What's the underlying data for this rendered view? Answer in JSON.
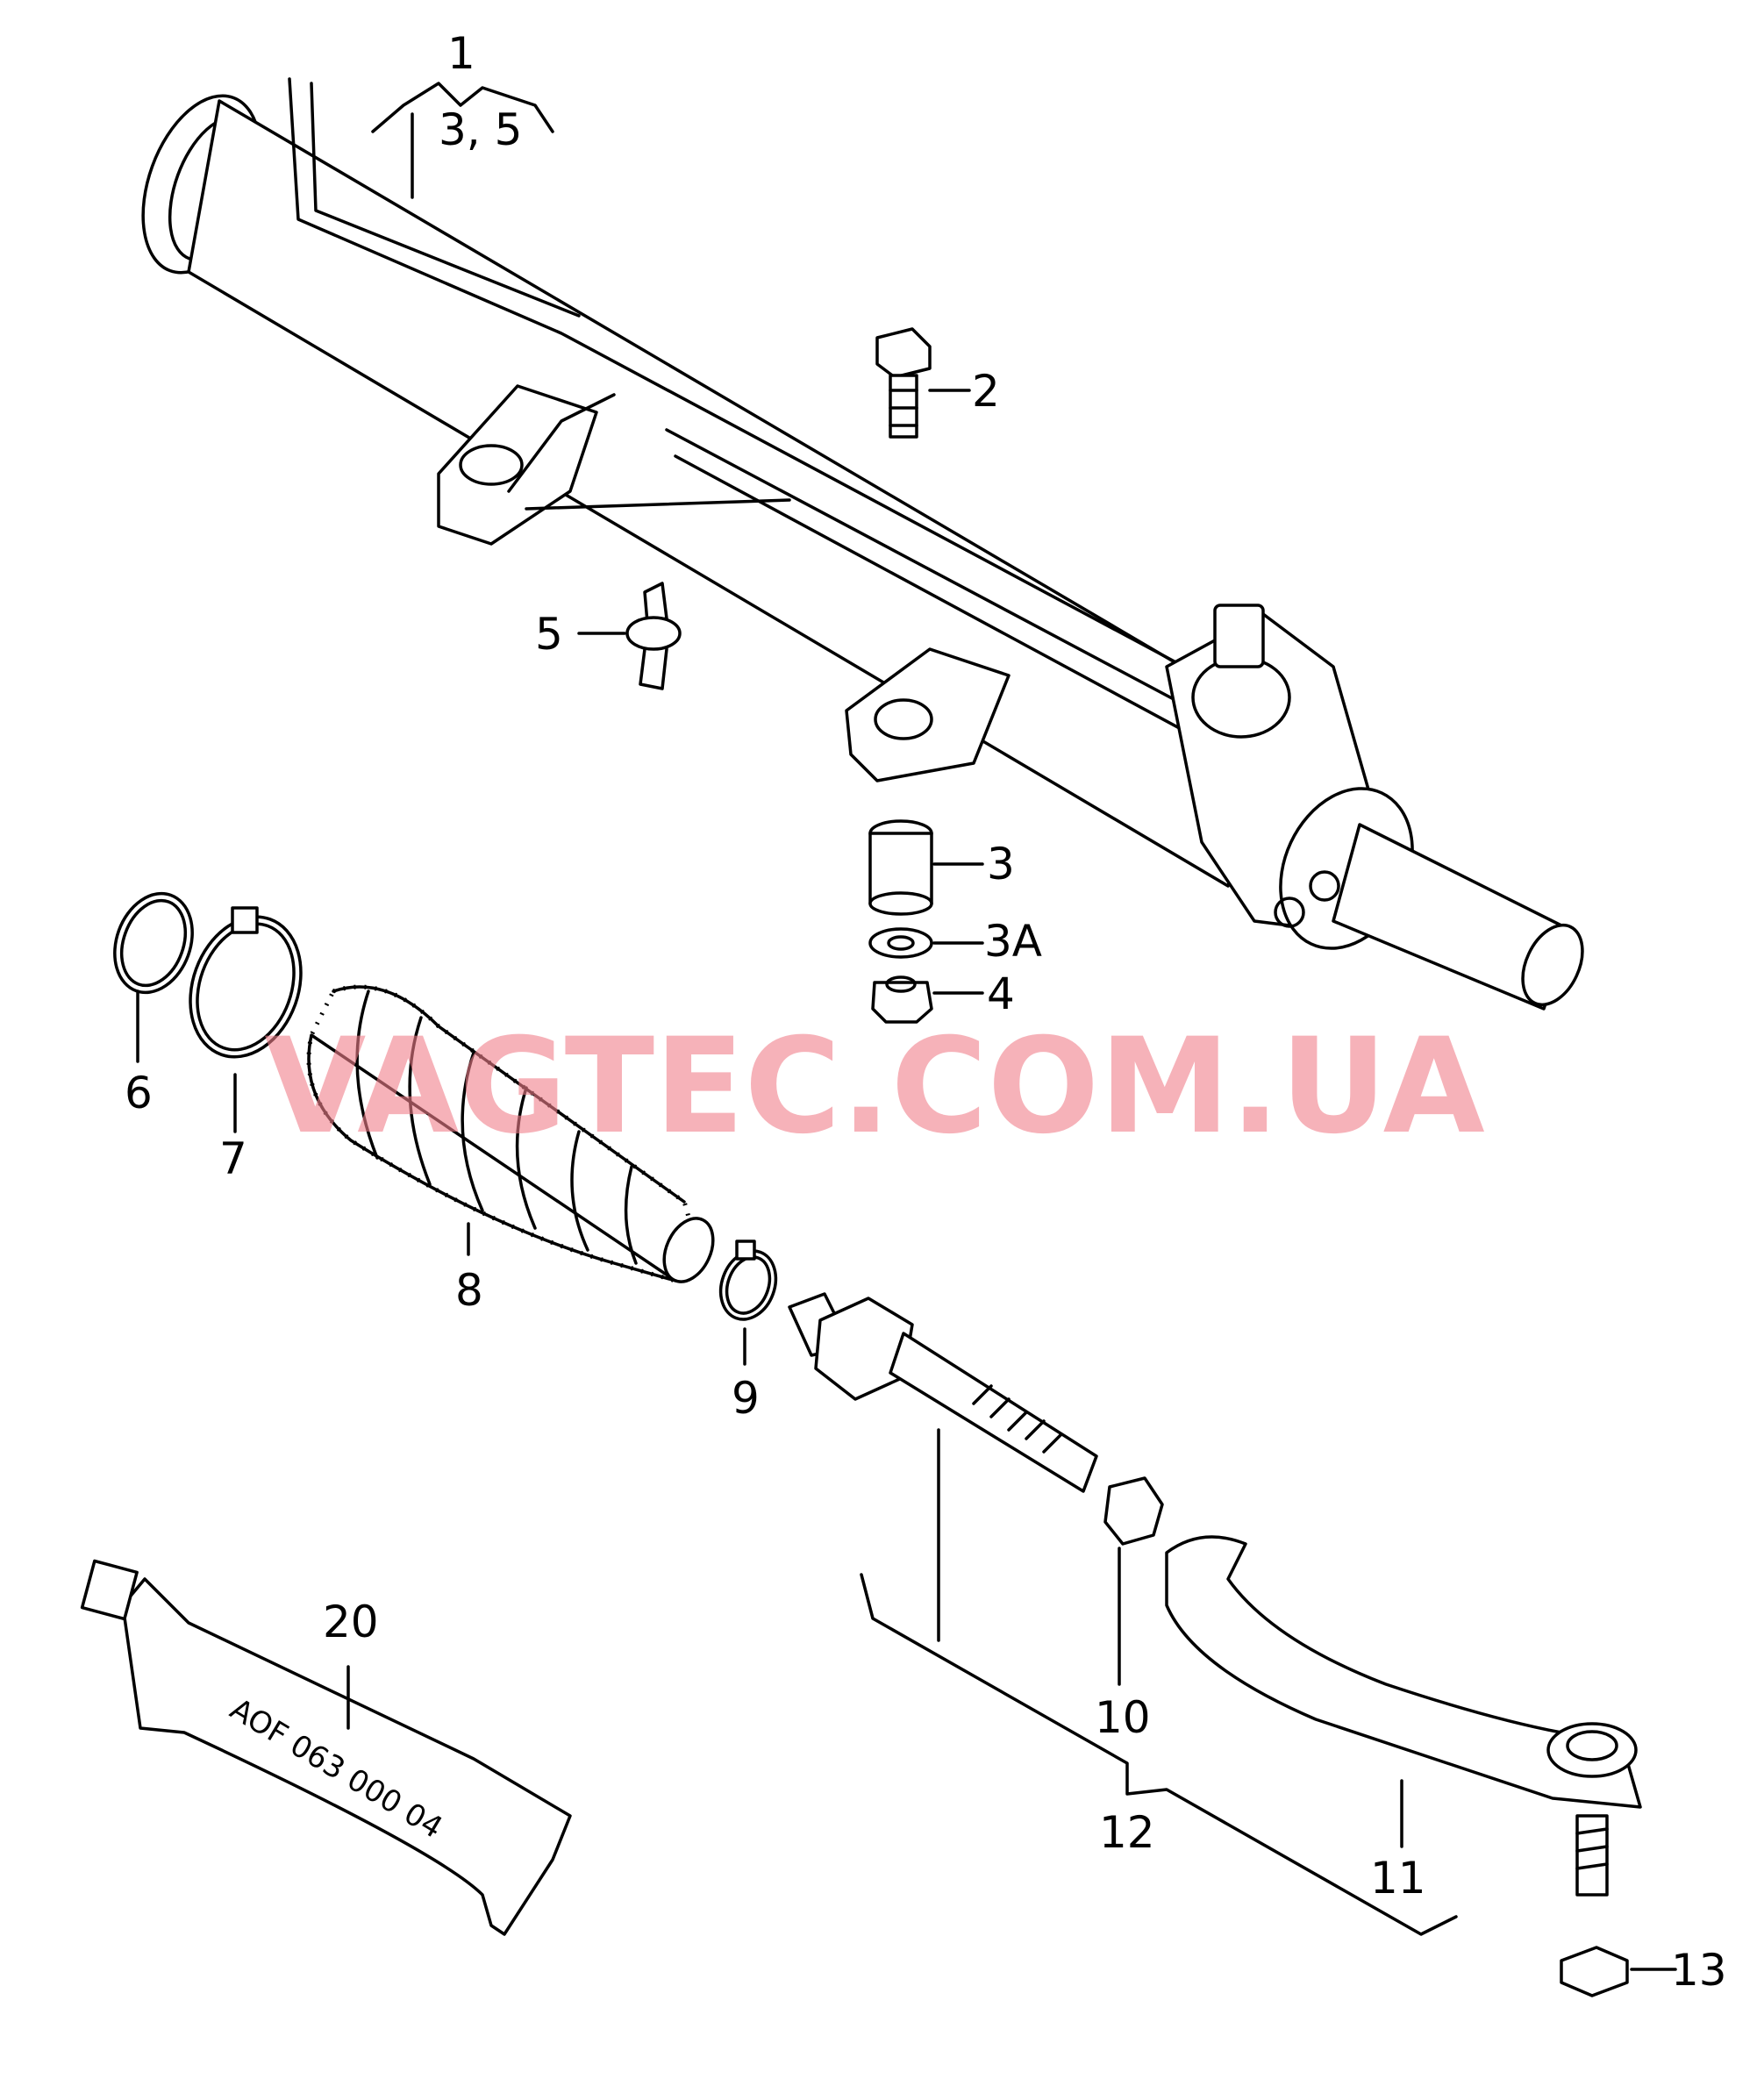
{
  "diagram": {
    "watermark": "VAGTEC.COM.UA",
    "tube_marking": "AOF 063 000 04",
    "callouts": {
      "c1": "1",
      "c1_sub": "3, 5",
      "c2": "2",
      "c3": "3",
      "c3a": "3A",
      "c4": "4",
      "c5": "5",
      "c6": "6",
      "c7": "7",
      "c8": "8",
      "c9": "9",
      "c10": "10",
      "c11": "11",
      "c12": "12",
      "c13": "13",
      "c20": "20"
    }
  }
}
